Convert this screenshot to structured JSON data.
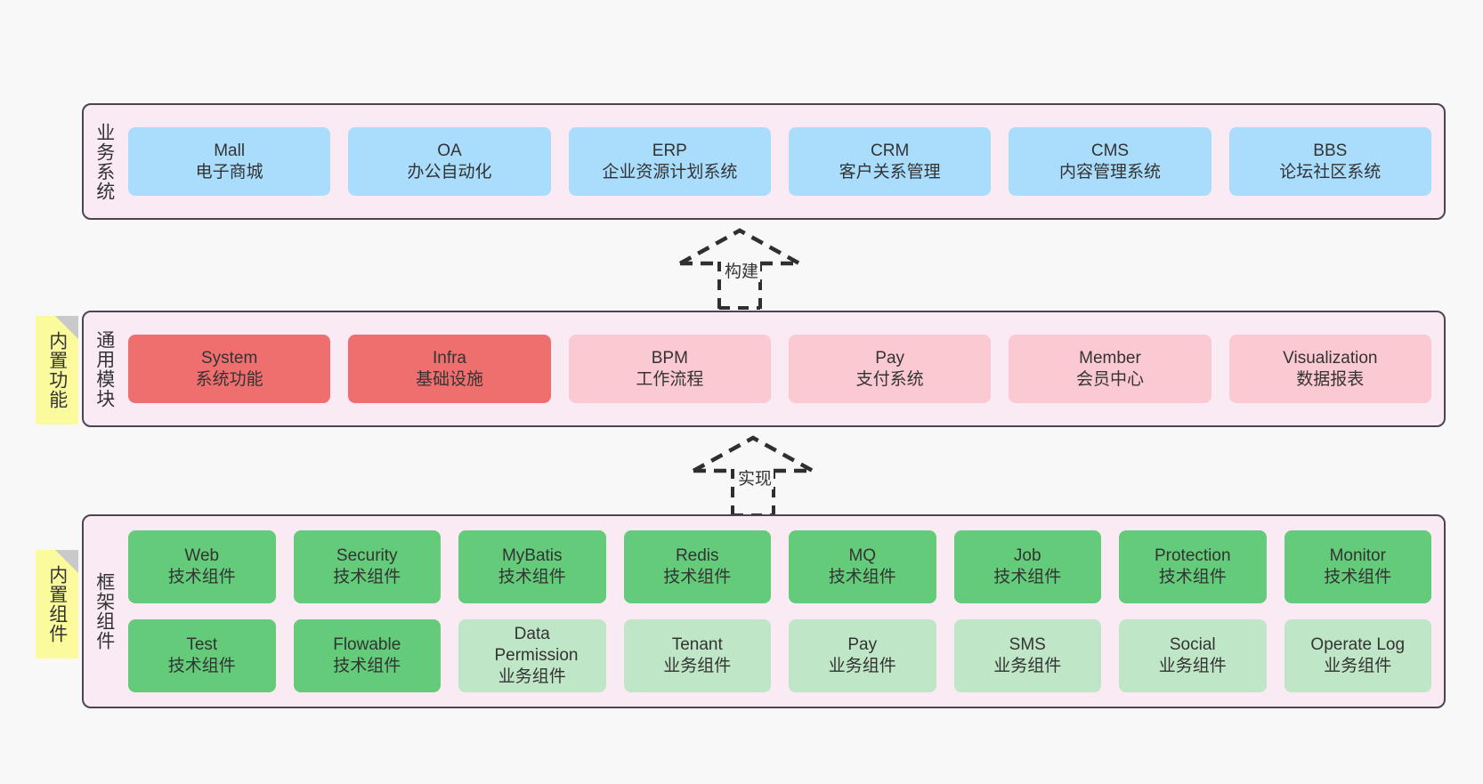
{
  "diagram": {
    "background_color": "#f8f8f8",
    "panel_fill": "#f9eaf4",
    "panel_border": "#4c4453",
    "note_fill": "#fbfb9d",
    "note_fold": "#c9c9c9"
  },
  "layers": [
    {
      "id": "business-system",
      "label": "业务系统",
      "note": null,
      "rows": [
        {
          "nodes": [
            {
              "en": "Mall",
              "cn": "电子商城",
              "color": "#aadcfb",
              "style": "n-blue"
            },
            {
              "en": "OA",
              "cn": "办公自动化",
              "color": "#aadcfb",
              "style": "n-blue"
            },
            {
              "en": "ERP",
              "cn": "企业资源计划系统",
              "color": "#aadcfb",
              "style": "n-blue"
            },
            {
              "en": "CRM",
              "cn": "客户关系管理",
              "color": "#aadcfb",
              "style": "n-blue"
            },
            {
              "en": "CMS",
              "cn": "内容管理系统",
              "color": "#aadcfb",
              "style": "n-blue"
            },
            {
              "en": "BBS",
              "cn": "论坛社区系统",
              "color": "#aadcfb",
              "style": "n-blue"
            }
          ]
        }
      ]
    },
    {
      "id": "common-module",
      "label": "通用模块",
      "note": "内置功能",
      "rows": [
        {
          "nodes": [
            {
              "en": "System",
              "cn": "系统功能",
              "color": "#ef6f6f",
              "style": "n-red"
            },
            {
              "en": "Infra",
              "cn": "基础设施",
              "color": "#ef6f6f",
              "style": "n-red"
            },
            {
              "en": "BPM",
              "cn": "工作流程",
              "color": "#fbc9d2",
              "style": "n-pink"
            },
            {
              "en": "Pay",
              "cn": "支付系统",
              "color": "#fbc9d2",
              "style": "n-pink"
            },
            {
              "en": "Member",
              "cn": "会员中心",
              "color": "#fbc9d2",
              "style": "n-pink"
            },
            {
              "en": "Visualization",
              "cn": "数据报表",
              "color": "#fbc9d2",
              "style": "n-pink"
            }
          ]
        }
      ]
    },
    {
      "id": "framework-component",
      "label": "框架组件",
      "note": "内置组件",
      "rows": [
        {
          "nodes": [
            {
              "en": "Web",
              "cn": "技术组件",
              "color": "#63cb79",
              "style": "n-green-dark"
            },
            {
              "en": "Security",
              "cn": "技术组件",
              "color": "#63cb79",
              "style": "n-green-dark"
            },
            {
              "en": "MyBatis",
              "cn": "技术组件",
              "color": "#63cb79",
              "style": "n-green-dark"
            },
            {
              "en": "Redis",
              "cn": "技术组件",
              "color": "#63cb79",
              "style": "n-green-dark"
            },
            {
              "en": "MQ",
              "cn": "技术组件",
              "color": "#63cb79",
              "style": "n-green-dark"
            },
            {
              "en": "Job",
              "cn": "技术组件",
              "color": "#63cb79",
              "style": "n-green-dark"
            },
            {
              "en": "Protection",
              "cn": "技术组件",
              "color": "#63cb79",
              "style": "n-green-dark"
            },
            {
              "en": "Monitor",
              "cn": "技术组件",
              "color": "#63cb79",
              "style": "n-green-dark"
            }
          ]
        },
        {
          "nodes": [
            {
              "en": "Test",
              "cn": "技术组件",
              "color": "#63cb79",
              "style": "n-green-dark"
            },
            {
              "en": "Flowable",
              "cn": "技术组件",
              "color": "#63cb79",
              "style": "n-green-dark"
            },
            {
              "en": "Data Permission",
              "cn": "业务组件",
              "color": "#bfe6c6",
              "style": "n-green-light"
            },
            {
              "en": "Tenant",
              "cn": "业务组件",
              "color": "#bfe6c6",
              "style": "n-green-light"
            },
            {
              "en": "Pay",
              "cn": "业务组件",
              "color": "#bfe6c6",
              "style": "n-green-light"
            },
            {
              "en": "SMS",
              "cn": "业务组件",
              "color": "#bfe6c6",
              "style": "n-green-light"
            },
            {
              "en": "Social",
              "cn": "业务组件",
              "color": "#bfe6c6",
              "style": "n-green-light"
            },
            {
              "en": "Operate Log",
              "cn": "业务组件",
              "color": "#bfe6c6",
              "style": "n-green-light"
            }
          ]
        }
      ]
    }
  ],
  "connectors": [
    {
      "id": "build",
      "label": "构建",
      "from": "common-module",
      "to": "business-system"
    },
    {
      "id": "implement",
      "label": "实现",
      "from": "framework-component",
      "to": "common-module"
    }
  ]
}
